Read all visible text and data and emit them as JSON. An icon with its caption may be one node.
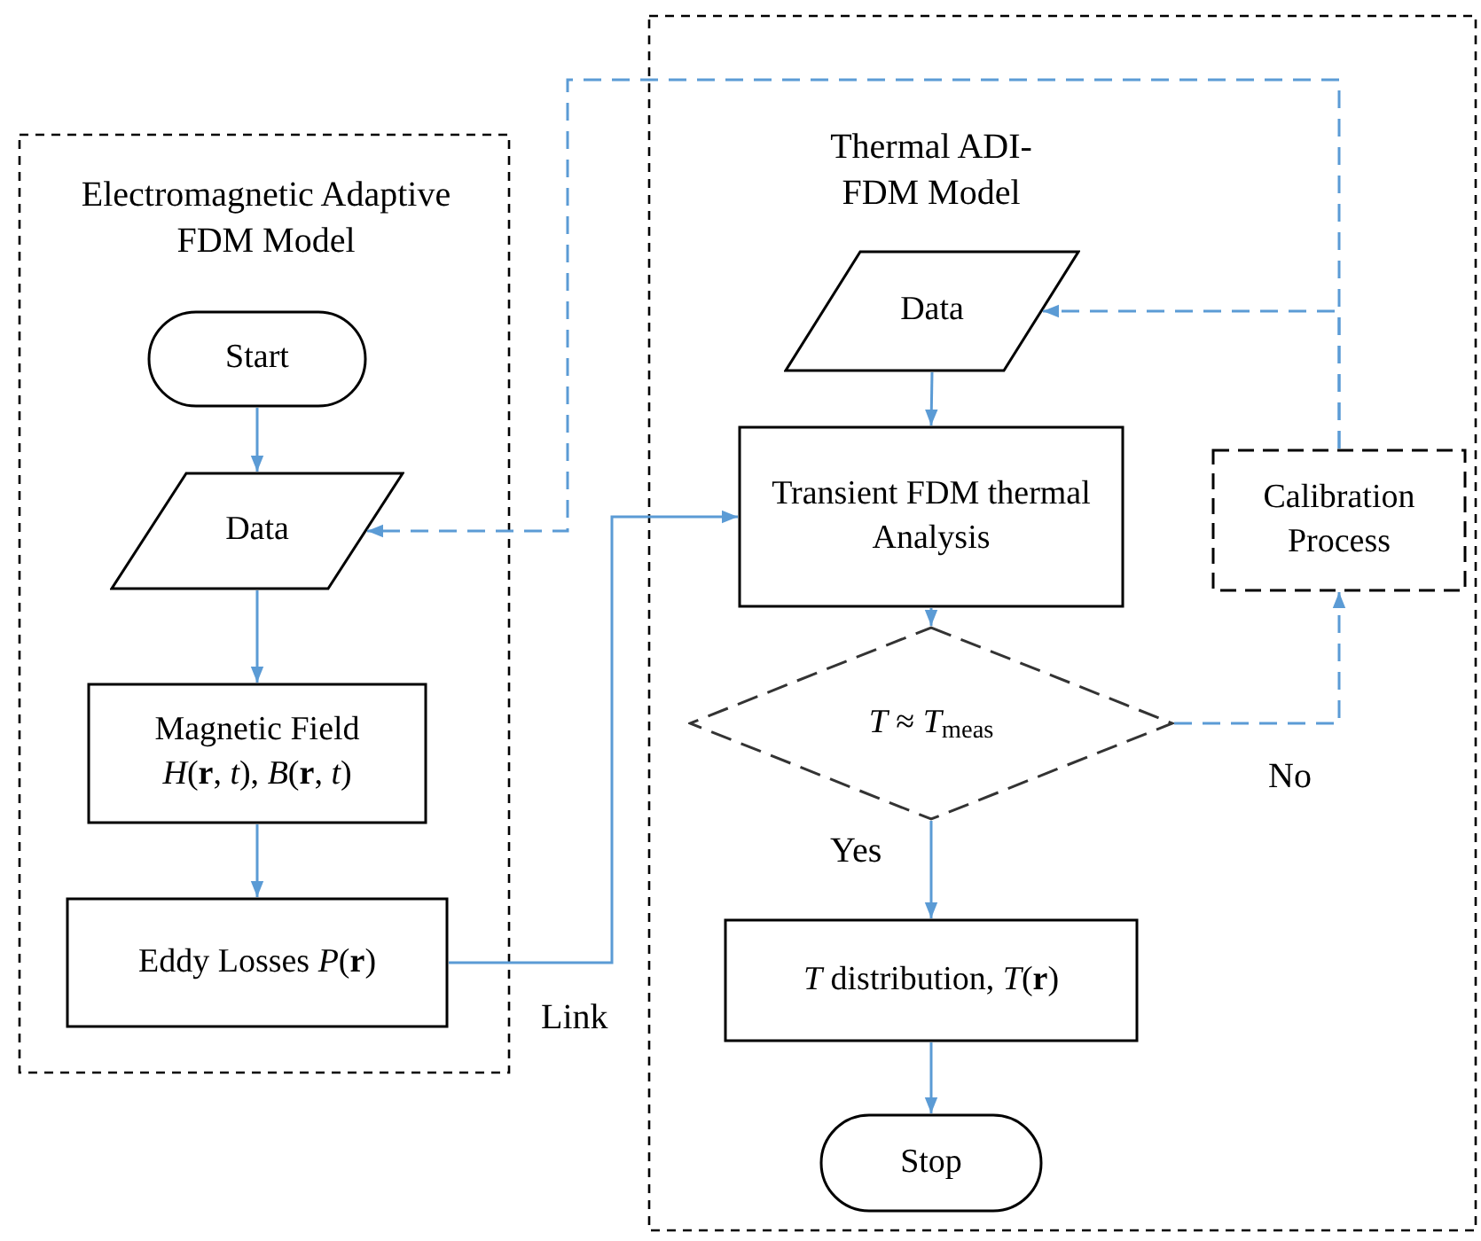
{
  "diagram": {
    "nodes": [
      {
        "text": [
          "Electromagnetic Adaptive FDM Model"
        ]
      },
      {
        "text": [
          "Start"
        ],
        "in": 0
      },
      {
        "text": [
          "Data"
        ],
        "in": 0
      },
      {
        "text": [
          "Magnetic Field",
          "*H*(**r**, *t*), *B*(**r**, *t*)"
        ],
        "in": 0
      },
      {
        "text": [
          "Eddy Losses *P*(**r**)"
        ],
        "in": 0
      },
      {
        "text": [
          "Thermal ADI-FDM Model"
        ]
      },
      {
        "text": [
          "Data"
        ],
        "in": 5
      },
      {
        "text": [
          "Transient FDM thermal Analysis"
        ],
        "in": 5
      },
      {
        "text": [
          "Calibration Process"
        ],
        "in": 5
      },
      {
        "text": [
          "*T* ≈ *T*$_{meas}$"
        ],
        "in": 5
      },
      {
        "text": [
          "*T* distribution, *T*(**r**)"
        ],
        "in": 5
      },
      {
        "text": [
          "Stop"
        ],
        "in": 5
      }
    ],
    "edges": [
      {
        "from": 1,
        "to": 2,
        "arrow": "to"
      },
      {
        "from": 2,
        "to": 3,
        "arrow": "to"
      },
      {
        "from": 3,
        "to": 4,
        "arrow": "to"
      },
      {
        "from": 4,
        "to": 7,
        "arrow": "to",
        "label": "Link"
      },
      {
        "from": 6,
        "to": 7,
        "arrow": "to"
      },
      {
        "from": 7,
        "to": 9,
        "arrow": "to"
      },
      {
        "from": 9,
        "to": 10,
        "arrow": "to",
        "label": "Yes"
      },
      {
        "from": 9,
        "to": 8,
        "arrow": "to",
        "label": "No",
        "style": "dashed"
      },
      {
        "from": 8,
        "to": 6,
        "arrow": "to",
        "style": "dashed"
      },
      {
        "from": 8,
        "to": 2,
        "arrow": "to",
        "style": "dashed"
      },
      {
        "from": 10,
        "to": 11,
        "arrow": "to"
      }
    ]
  }
}
